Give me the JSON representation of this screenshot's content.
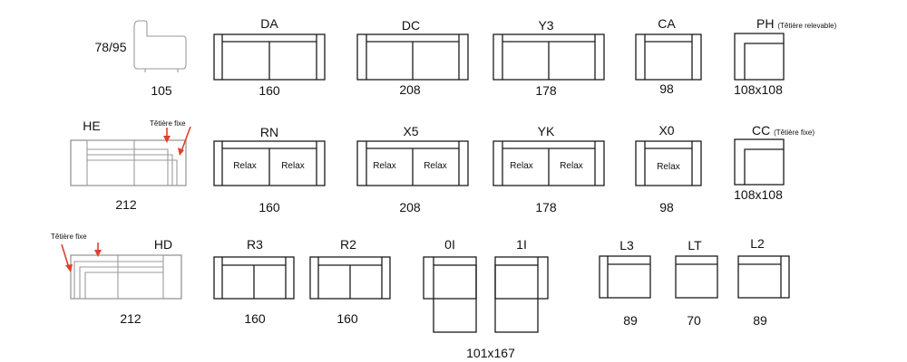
{
  "modules": [
    {
      "code": "78/95",
      "dim": "105"
    },
    {
      "code": "DA",
      "dim": "160"
    },
    {
      "code": "DC",
      "dim": "208"
    },
    {
      "code": "Y3",
      "dim": "178"
    },
    {
      "code": "CA",
      "dim": "98"
    },
    {
      "code": "PH",
      "note": "(Têtière relevable)",
      "dim": "108x108"
    },
    {
      "code": "HE",
      "note": "Têtière fixe",
      "dim": "212"
    },
    {
      "code": "RN",
      "dim": "160"
    },
    {
      "code": "X5",
      "dim": "208"
    },
    {
      "code": "YK",
      "dim": "178"
    },
    {
      "code": "X0",
      "dim": "98"
    },
    {
      "code": "CC",
      "note": "(Têtière fixe)",
      "dim": "108x108"
    },
    {
      "code": "HD",
      "note": "Têtière fixe",
      "dim": "212"
    },
    {
      "code": "R3",
      "dim": "160"
    },
    {
      "code": "R2",
      "dim": "160"
    },
    {
      "code": "0I"
    },
    {
      "code": "1I"
    },
    {
      "code": "L3",
      "dim": "89"
    },
    {
      "code": "LT",
      "dim": "70"
    },
    {
      "code": "L2",
      "dim": "89"
    }
  ],
  "shared_dim": "101x167",
  "seat_label": "Relax",
  "colors": {
    "outline": "#1b1b1b",
    "grey_outline": "#9a9a9a",
    "arrow": "#e0402a"
  }
}
